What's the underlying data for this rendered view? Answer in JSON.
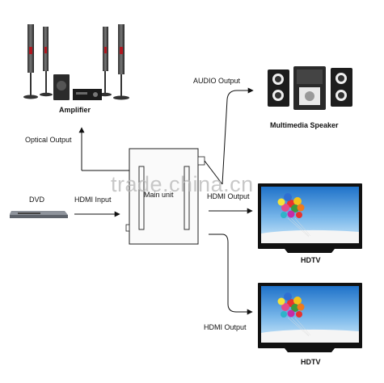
{
  "labels": {
    "amplifier": "Amplifier",
    "optical_output": "Optical Output",
    "audio_output": "AUDIO Output",
    "multimedia_speaker": "Multimedia Speaker",
    "dvd": "DVD",
    "hdmi_input": "HDMI Input",
    "main_unit": "Main unit",
    "hdmi_output_top": "HDMI Output",
    "hdtv_top": "HDTV",
    "hdmi_output_bottom": "HDMI Output",
    "hdtv_bottom": "HDTV"
  },
  "watermark": "trade.china.cn",
  "colors": {
    "line": "#111111",
    "sky_top": "#1f72c9",
    "sky_bottom": "#bfe0f7",
    "tv_bezel": "#111111"
  }
}
